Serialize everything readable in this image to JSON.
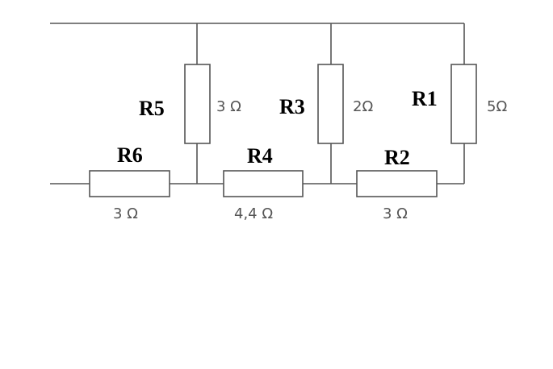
{
  "resistors": {
    "r1": {
      "name": "R1",
      "value": "5Ω"
    },
    "r2": {
      "name": "R2",
      "value": "3 Ω"
    },
    "r3": {
      "name": "R3",
      "value": "2Ω"
    },
    "r4": {
      "name": "R4",
      "value": "4,4 Ω"
    },
    "r5": {
      "name": "R5",
      "value": "3 Ω"
    },
    "r6": {
      "name": "R6",
      "value": "3 Ω"
    }
  },
  "colors": {
    "wire": "#555555",
    "label": "#000000",
    "value": "#555555"
  }
}
